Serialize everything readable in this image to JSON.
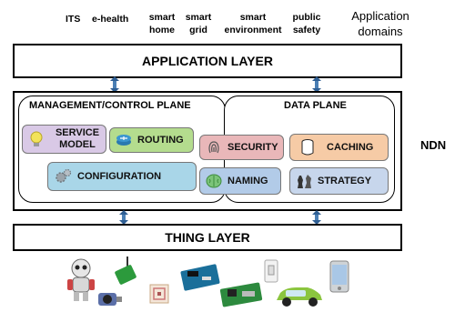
{
  "domains": [
    {
      "label": "ITS"
    },
    {
      "label": "e-health"
    },
    {
      "label": "smart home"
    },
    {
      "label": "smart grid"
    },
    {
      "label": "smart environment"
    },
    {
      "label": "public safety"
    }
  ],
  "domains_caption": "Application domains",
  "application_layer": "APPLICATION LAYER",
  "management_plane": {
    "title": "MANAGEMENT/CONTROL PLANE",
    "service_model": "SERVICE MODEL",
    "routing": "ROUTING",
    "configuration": "CONFIGURATION"
  },
  "data_plane": {
    "title": "DATA PLANE",
    "caching": "CACHING",
    "strategy": "STRATEGY"
  },
  "shared": {
    "security": "SECURITY",
    "naming": "NAMING"
  },
  "ndn_label": "NDN",
  "thing_layer": "THING LAYER",
  "devices": [
    "robot-icon",
    "sensor-board-icon",
    "webcam-icon",
    "rfid-tag-icon",
    "arduino-board-icon",
    "raspberry-pi-icon",
    "light-switch-icon",
    "electric-car-icon",
    "smartphone-icon"
  ],
  "colors": {
    "service_model": "#d9c9e6",
    "routing": "#b4dc8e",
    "configuration": "#a9d6e8",
    "security": "#e9b7b9",
    "naming": "#b2cbe8",
    "caching": "#f6cba6",
    "strategy": "#c7d6ec",
    "arrow": "#4a7fb5"
  }
}
